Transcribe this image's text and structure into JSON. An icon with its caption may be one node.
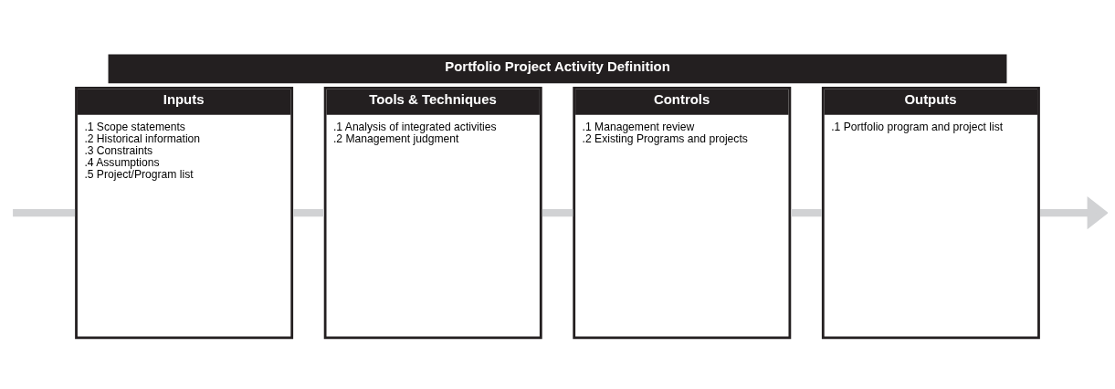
{
  "diagram": {
    "title": "Portfolio Project Activity Definition",
    "nodes": [
      {
        "text": [
          "Inputs",
          ".1 Scope statements",
          ".2 Historical information",
          ".3 Constraints",
          ".4 Assumptions",
          ".5 Project/Program list"
        ]
      },
      {
        "text": [
          "Tools & Techniques",
          ".1 Analysis of integrated activities",
          ".2 Management judgment"
        ]
      },
      {
        "text": [
          "Controls",
          ".1 Management review",
          ".2 Existing Programs and projects"
        ]
      },
      {
        "text": [
          "Outputs",
          ".1 Portfolio program and project list"
        ]
      }
    ],
    "edges": [
      {
        "from": null,
        "to": 0,
        "arrow": "none"
      },
      {
        "from": 0,
        "to": 1,
        "arrow": "none"
      },
      {
        "from": 1,
        "to": 2,
        "arrow": "none"
      },
      {
        "from": 2,
        "to": 3,
        "arrow": "none"
      },
      {
        "from": 3,
        "to": null,
        "arrow": "to"
      }
    ]
  }
}
